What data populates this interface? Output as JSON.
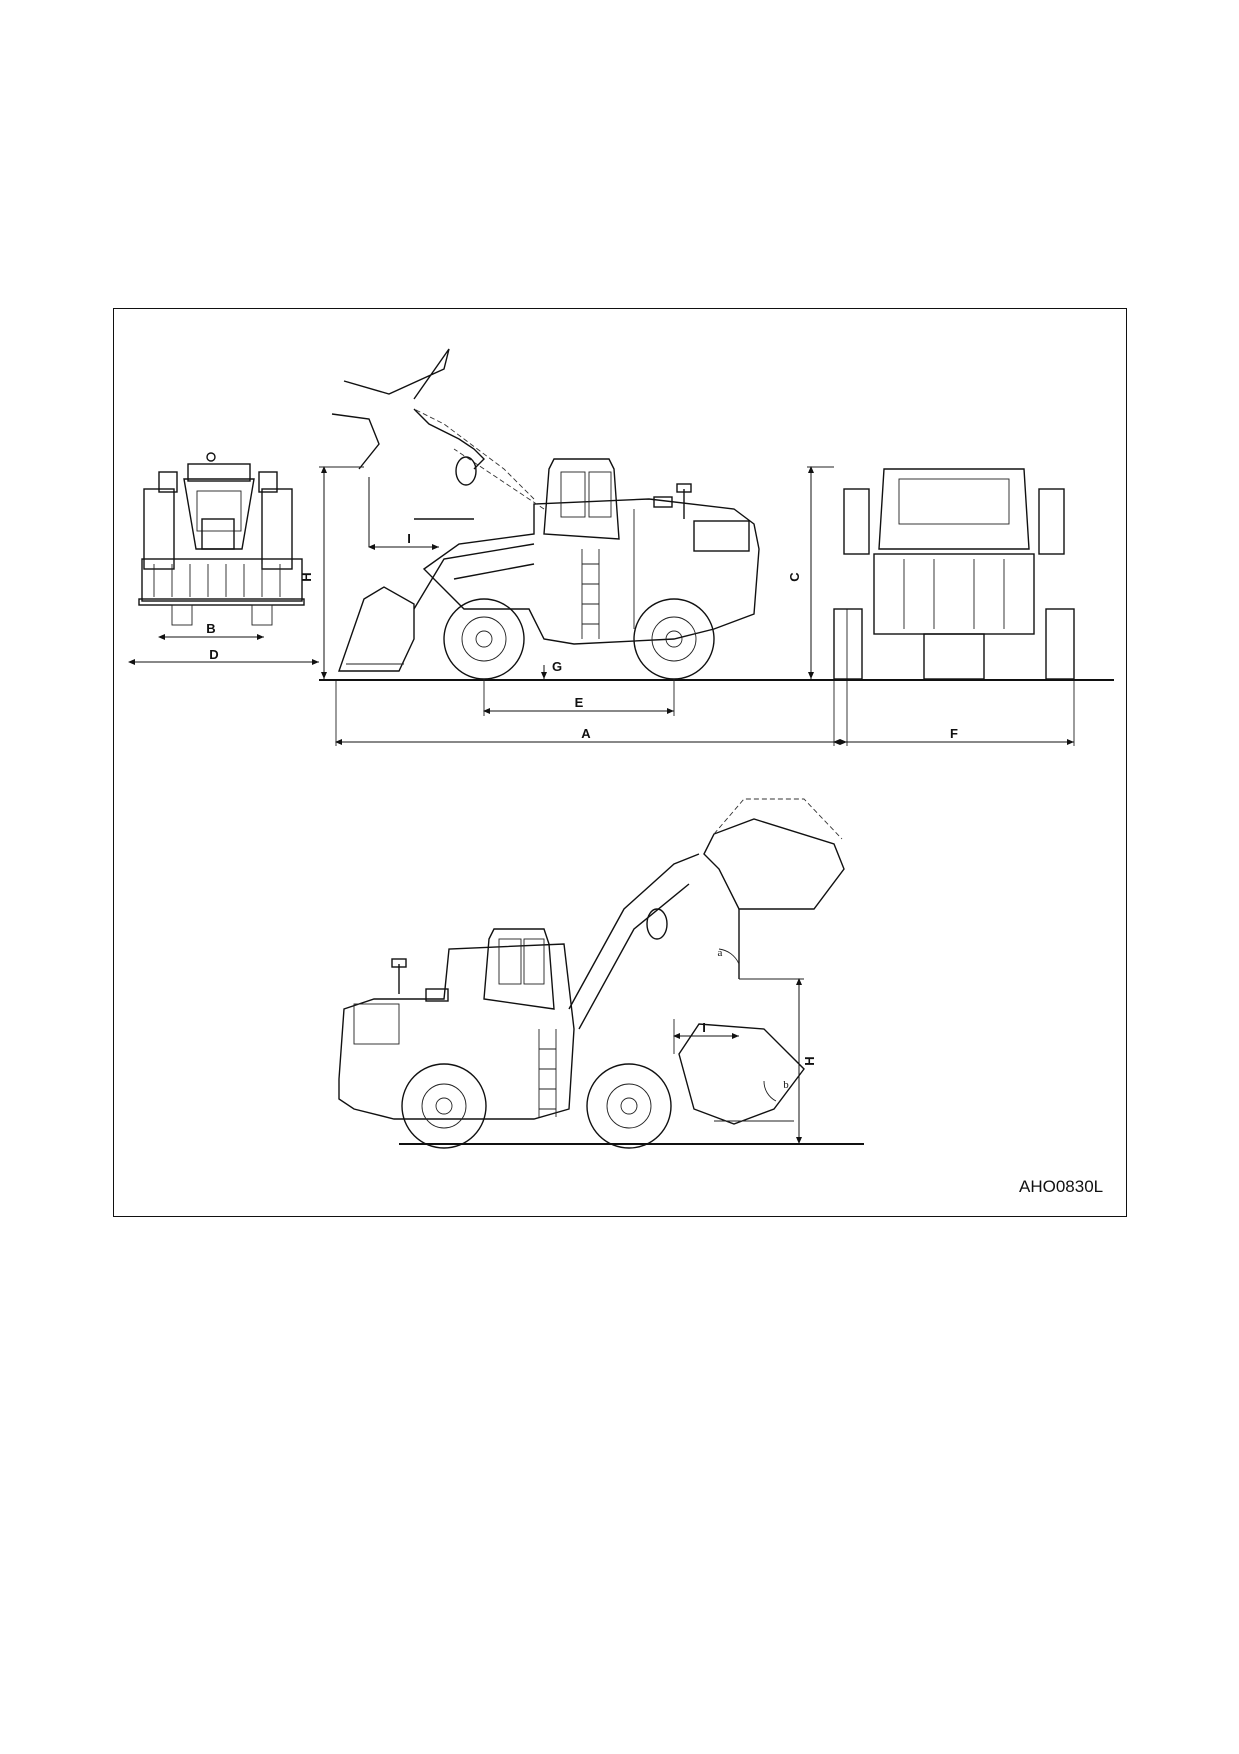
{
  "figure_code": "AHO0830L",
  "dimension_labels": {
    "A": "A",
    "B": "B",
    "C": "C",
    "D": "D",
    "E": "E",
    "F": "F",
    "G": "G",
    "H": "H",
    "I": "I"
  },
  "angle_labels": {
    "a": "a",
    "b": "b"
  }
}
